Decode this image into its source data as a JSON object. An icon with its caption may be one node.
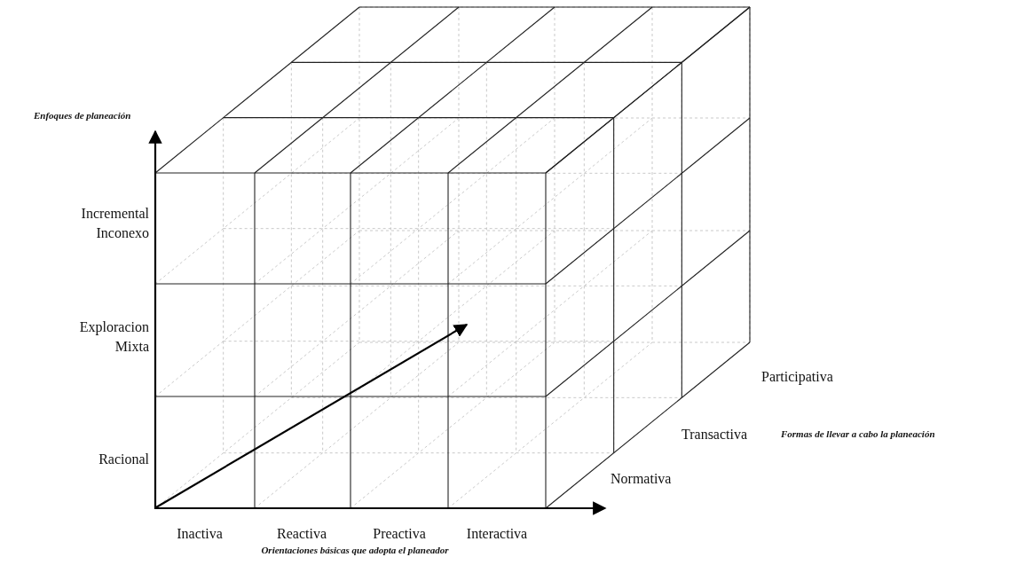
{
  "diagram": {
    "labels": [
      "Enfoques de planeación",
      "Incremental Inconexo",
      "Exploracion Mixta",
      "Racional",
      "Inactiva",
      "Reactiva",
      "Preactiva",
      "Interactiva",
      "Orientaciones básicas que adopta el planeador",
      "Participativa",
      "Transactiva",
      "Normativa",
      "Formas de llevar a cabo la planeación"
    ]
  }
}
